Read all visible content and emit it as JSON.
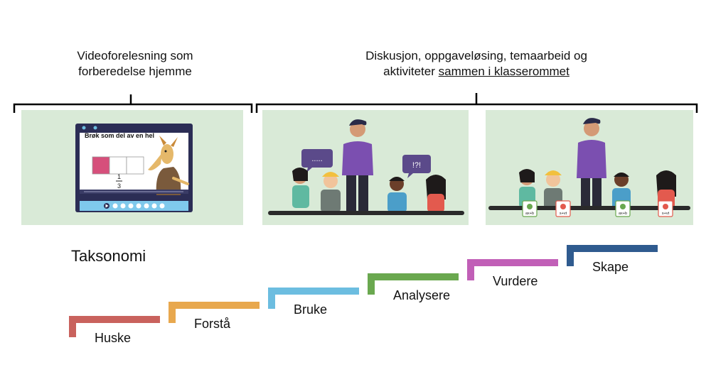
{
  "captions": {
    "left_line1": "Videoforelesning som",
    "left_line2": "forberedelse hjemme",
    "right_line1": "Diskusjon, oppgaveløsing, temaarbeid og",
    "right_line2_prefix": "aktiviteter ",
    "right_line2_underlined": "sammen i klasserommet"
  },
  "video": {
    "title": "Brøk som del av en hel",
    "fraction_numerator": "1",
    "fraction_denominator": "3"
  },
  "speech_bubbles": {
    "dots": ".....",
    "exclaim": "!?!"
  },
  "cards": {
    "formula_a": "ax+b",
    "formula_b": "s+vt"
  },
  "taxonomy": {
    "title": "Taksonomi",
    "steps": [
      {
        "label": "Huske",
        "color": "#c9625d"
      },
      {
        "label": "Forstå",
        "color": "#e8a84e"
      },
      {
        "label": "Bruke",
        "color": "#6cbde0"
      },
      {
        "label": "Analysere",
        "color": "#6aa84f"
      },
      {
        "label": "Vurdere",
        "color": "#c15fb7"
      },
      {
        "label": "Skape",
        "color": "#2f5b8f"
      }
    ]
  }
}
